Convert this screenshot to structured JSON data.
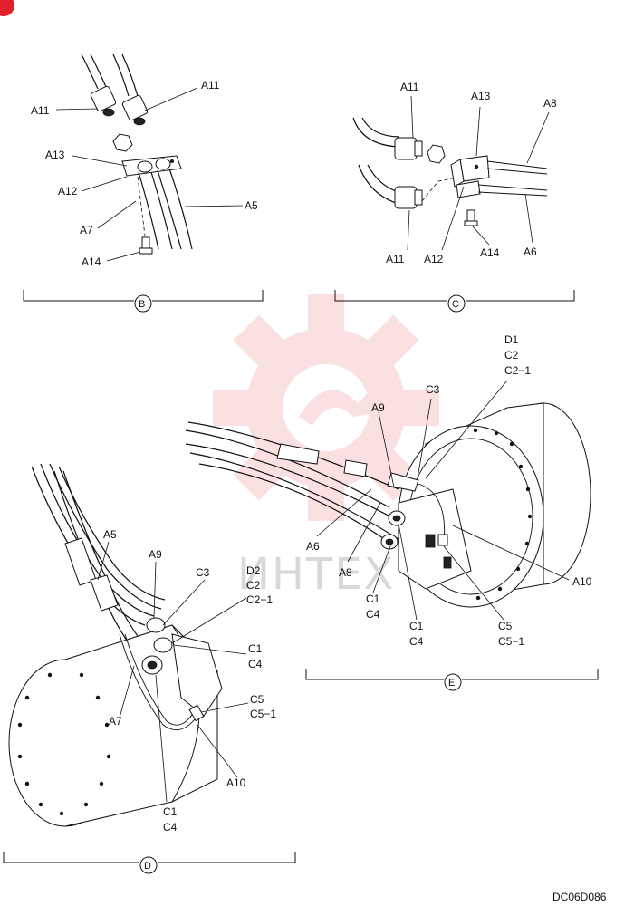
{
  "figure_code": "DC06D086",
  "watermark": "ИНТЕХ",
  "views": {
    "b": {
      "caption": "B",
      "labels": {
        "a11_left": "A11",
        "a11_right": "A11",
        "a13": "A13",
        "a12": "A12",
        "a7": "A7",
        "a5": "A5",
        "a14": "A14"
      }
    },
    "c": {
      "caption": "C",
      "labels": {
        "a11_top": "A11",
        "a13": "A13",
        "a8": "A8",
        "a11_bottom": "A11",
        "a12": "A12",
        "a14": "A14",
        "a6": "A6"
      }
    },
    "d": {
      "caption": "D",
      "labels": {
        "a5": "A5",
        "a9": "A9",
        "c3": "C3",
        "d2": "D2",
        "c2": "C2",
        "c2_1": "C2−1",
        "c1_right": "C1",
        "c4_right": "C4",
        "c5": "C5",
        "c5_1": "C5−1",
        "a7": "A7",
        "a10": "A10",
        "c1_bottom": "C1",
        "c4_bottom": "C4"
      }
    },
    "e": {
      "caption": "E",
      "labels": {
        "d1": "D1",
        "c2": "C2",
        "c2_1": "C2−1",
        "c3": "C3",
        "a9": "A9",
        "a6": "A6",
        "a8": "A8",
        "a10": "A10",
        "c1_left": "C1",
        "c4_left": "C4",
        "c1_mid": "C1",
        "c4_mid": "C4",
        "c5": "C5",
        "c5_1": "C5−1"
      }
    }
  },
  "colors": {
    "line": "#111111",
    "watermark_gear": "#f6c8c8",
    "watermark_text": "#d8d8d8",
    "corner_badge": "#e0202a"
  }
}
